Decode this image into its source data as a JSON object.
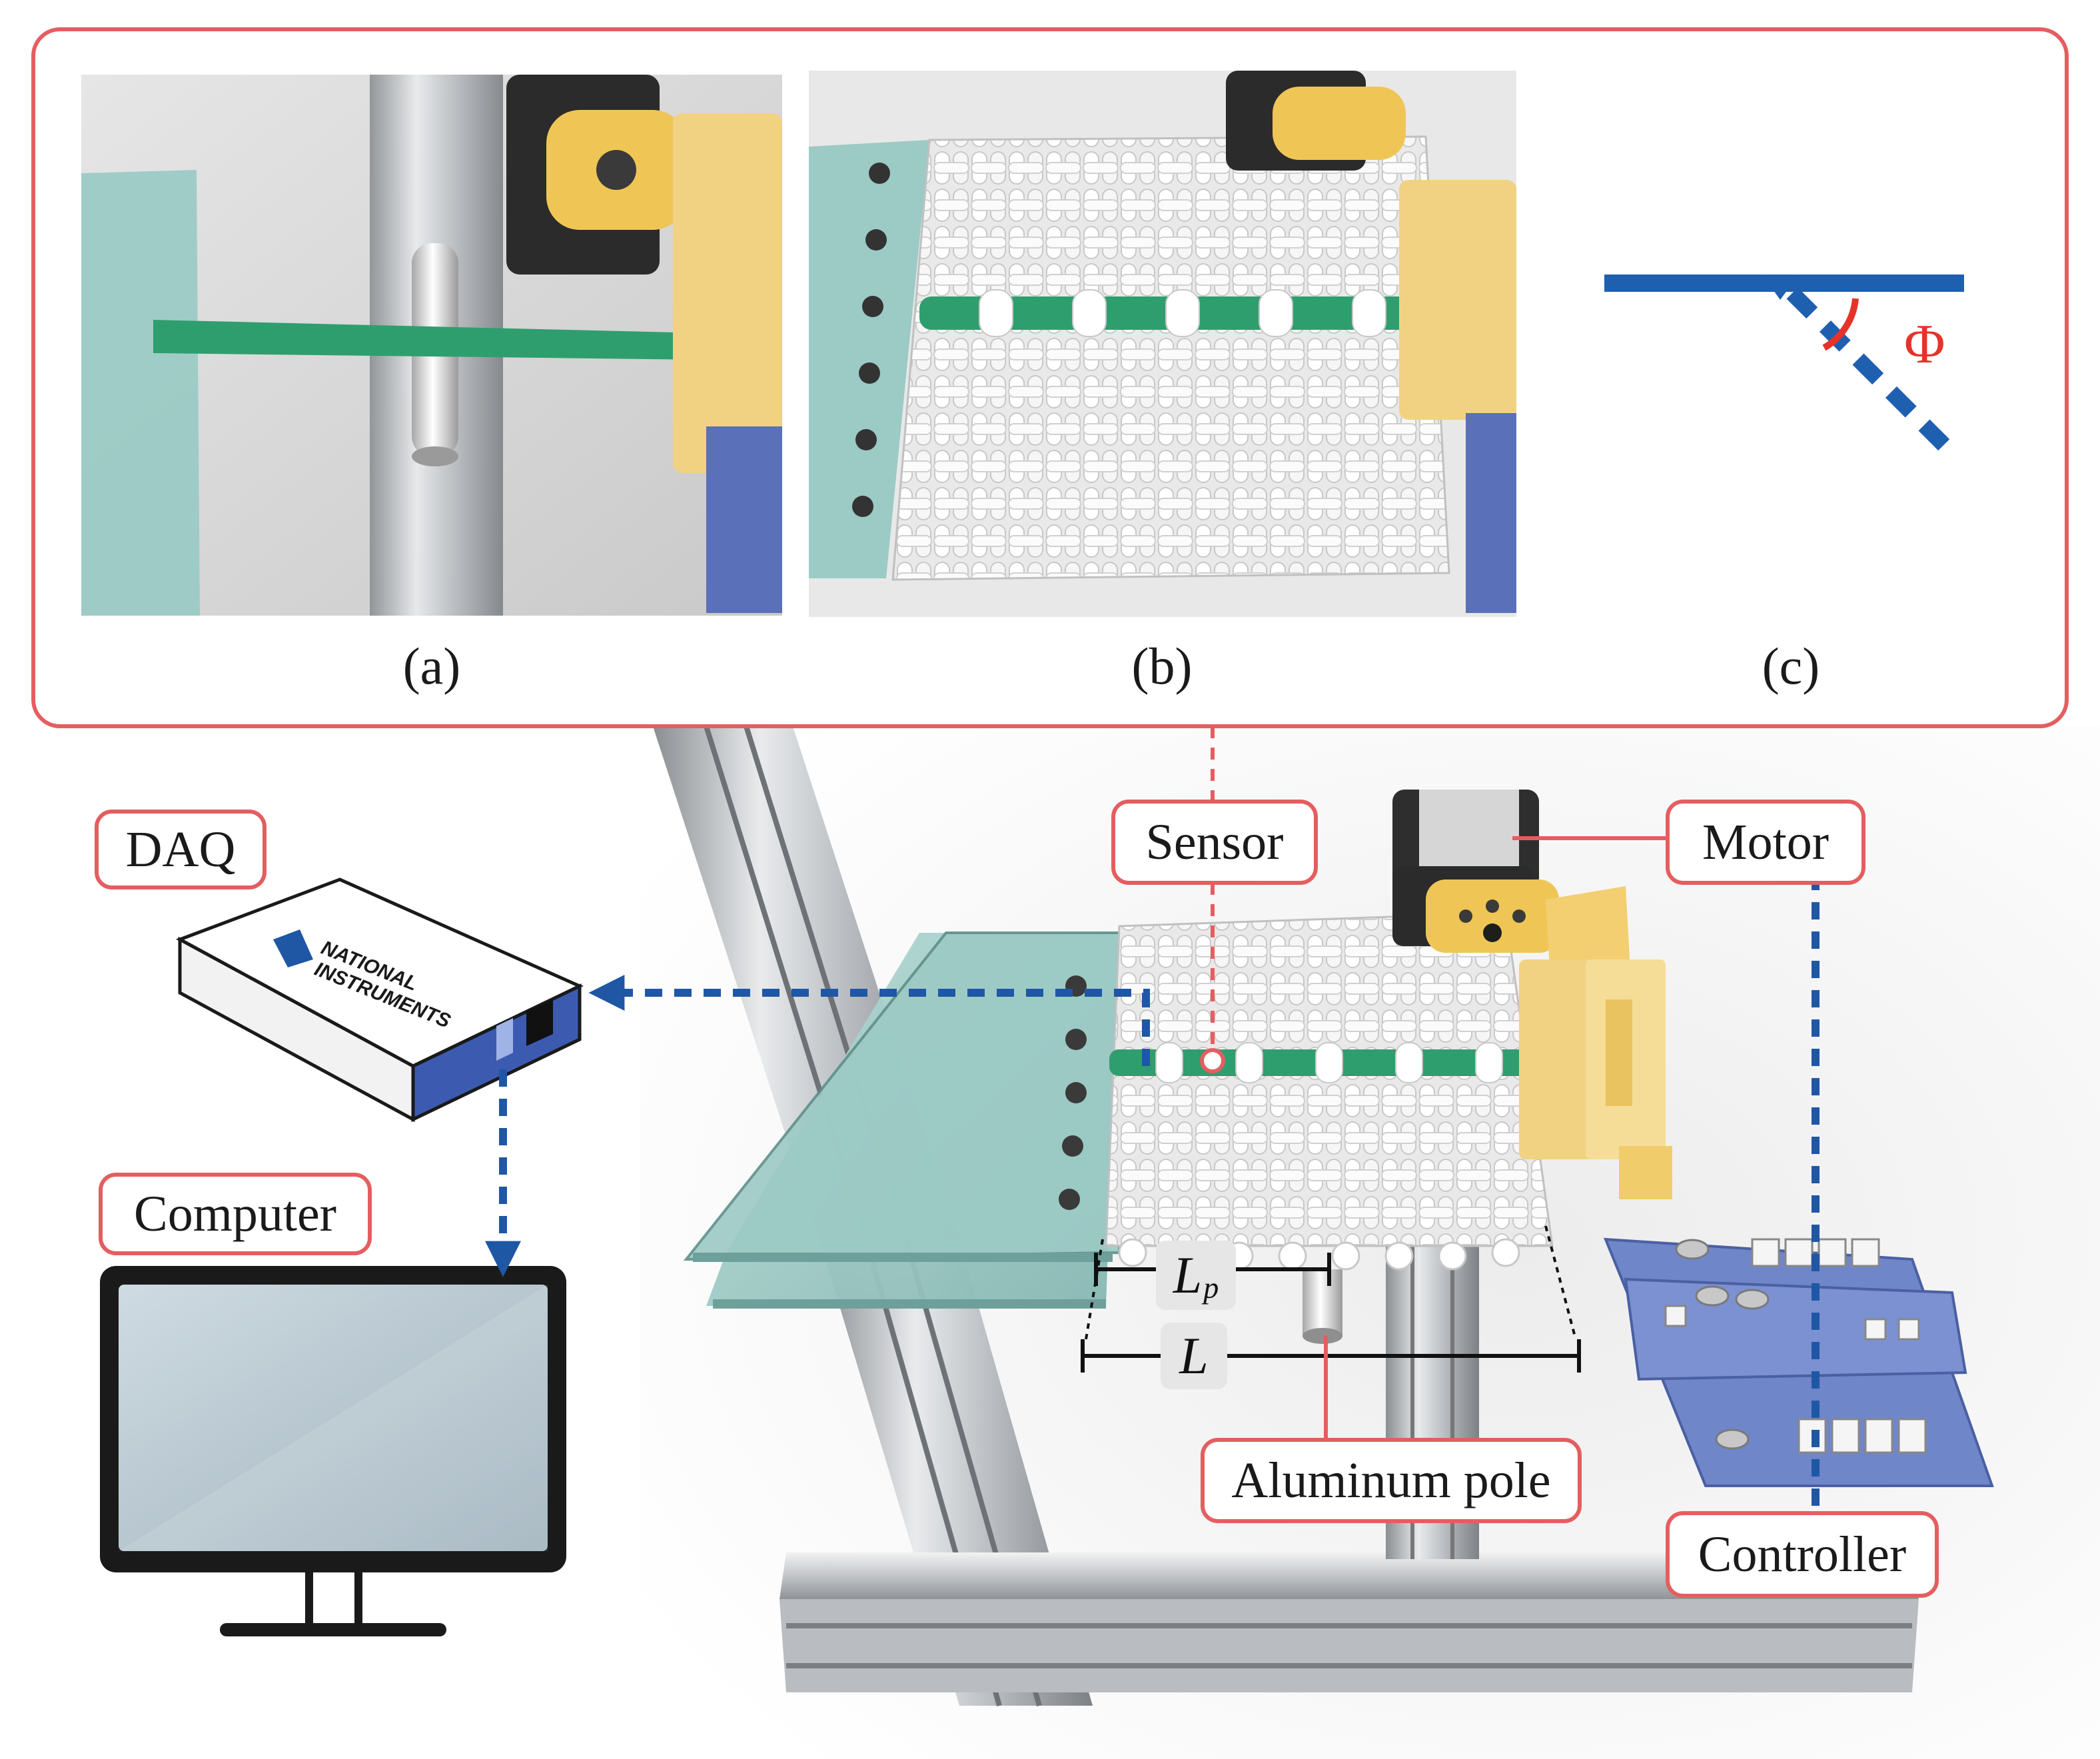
{
  "panels": {
    "a": "(a)",
    "b": "(b)",
    "c": "(c)"
  },
  "labels": {
    "daq": "DAQ",
    "computer": "Computer",
    "sensor": "Sensor",
    "motor": "Motor",
    "aluminum_pole": "Aluminum pole",
    "controller": "Controller"
  },
  "daq_brand": {
    "line1": "NATIONAL",
    "line2": "INSTRUMENTS"
  },
  "dimensions": {
    "lp_main": "L",
    "lp_sub": "p",
    "l": "L"
  },
  "angle_symbol": "Φ",
  "colors": {
    "callout_red": "#e45e60",
    "signal_blue": "#1f57a5",
    "sensor_green": "#2f9e6e",
    "bracket_yellow": "#f1d283",
    "glass": "#a9d0cc",
    "board_blue": "#6f86c9",
    "phi_red": "#e5332a"
  }
}
